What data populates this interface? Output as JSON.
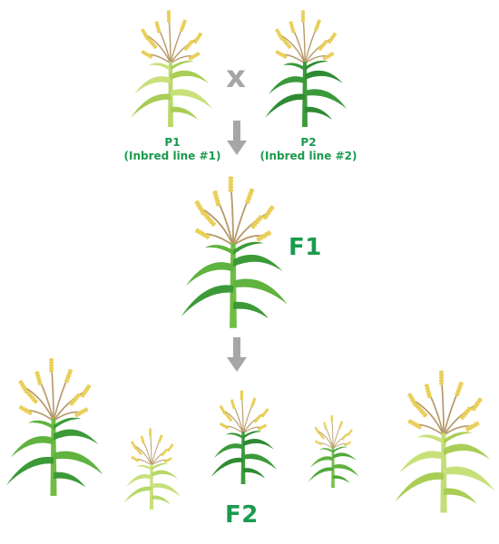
{
  "cross_symbol": "x",
  "parents": [
    {
      "name": "P1",
      "description": "(Inbred line #1)"
    },
    {
      "name": "P2",
      "description": "(Inbred line #2)"
    }
  ],
  "f1_label": "F1",
  "f2_label": "F2",
  "colors": {
    "label_green": "#1c9a4e",
    "arrow_gray": "#a6a6a6",
    "light_leaf": "#c7e07a",
    "dark_leaf": "#3a9a3a",
    "mid_leaf": "#5fb33e",
    "tassel_stem": "#b79a6a",
    "grain": "#e9cf58"
  },
  "icons": [
    "plant-icon",
    "down-arrow-icon"
  ]
}
